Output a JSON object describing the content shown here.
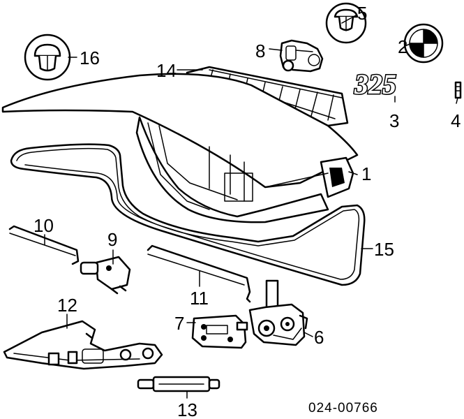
{
  "diagram": {
    "reference_number": "024-00766",
    "badge_lettering": "325",
    "callouts": [
      {
        "id": "1",
        "label": "1"
      },
      {
        "id": "2",
        "label": "2"
      },
      {
        "id": "3",
        "label": "3"
      },
      {
        "id": "4",
        "label": "4"
      },
      {
        "id": "5",
        "label": "5"
      },
      {
        "id": "6",
        "label": "6"
      },
      {
        "id": "7",
        "label": "7"
      },
      {
        "id": "8",
        "label": "8"
      },
      {
        "id": "9",
        "label": "9"
      },
      {
        "id": "10",
        "label": "10"
      },
      {
        "id": "11",
        "label": "11"
      },
      {
        "id": "12",
        "label": "12"
      },
      {
        "id": "13",
        "label": "13"
      },
      {
        "id": "14",
        "label": "14"
      },
      {
        "id": "15",
        "label": "15"
      },
      {
        "id": "16",
        "label": "16"
      }
    ]
  }
}
